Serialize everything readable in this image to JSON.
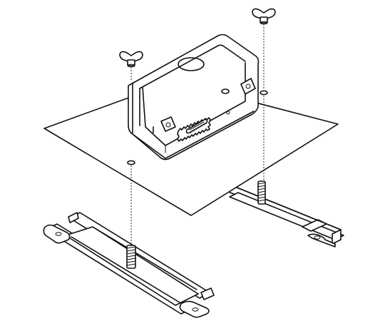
{
  "diagram": {
    "components": [
      {
        "name": "wing-nut",
        "count": 2
      },
      {
        "name": "junction-box",
        "count": 1
      },
      {
        "name": "mounting-plate",
        "count": 1
      },
      {
        "name": "threaded-stud",
        "count": 2
      },
      {
        "name": "channel-bracket",
        "count": 2
      }
    ],
    "colors": {
      "line": "#111111",
      "background": "#ffffff"
    }
  }
}
